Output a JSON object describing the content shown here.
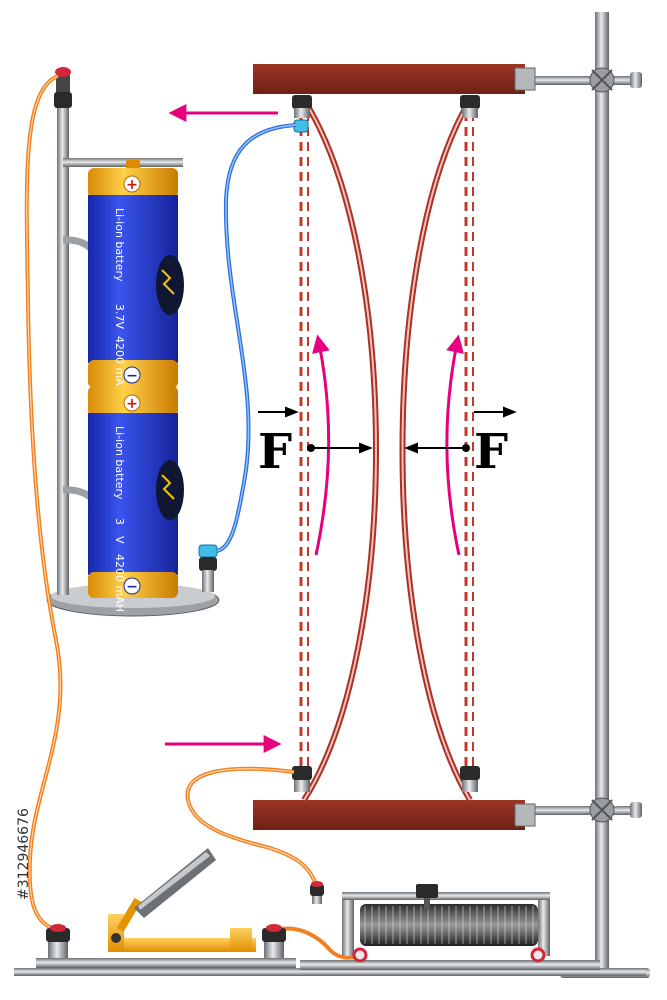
{
  "force_left": {
    "symbol": "F"
  },
  "force_right": {
    "symbol": "F"
  },
  "battery_top": {
    "type_label": "Li-ion battery",
    "voltage_label": "3.7V",
    "capacity_label": "4200 mAH",
    "plus_sign": "+",
    "minus_sign": "−"
  },
  "battery_bottom": {
    "type_label": "Li-ion battery",
    "voltage_label_a": "3",
    "voltage_label_b": "V",
    "capacity_label": "4200 mAH",
    "plus_sign": "+",
    "minus_sign": "−"
  },
  "stock_id": "#312946676",
  "colors": {
    "wood": "#8b2d20",
    "conductor": "#c0392b",
    "current_arrow": "#e6007e",
    "wire_orange": "#f08020",
    "wire_blue": "#2f6fd6",
    "battery_blue": "#2a3fd0",
    "battery_gold": "#f2a818",
    "metal": "#8a8e92",
    "switch_yellow": "#f5b21b"
  },
  "icons": [
    "battery-icon",
    "rheostat-icon",
    "knife-switch-icon",
    "lab-stand-icon",
    "terminal-icon"
  ]
}
